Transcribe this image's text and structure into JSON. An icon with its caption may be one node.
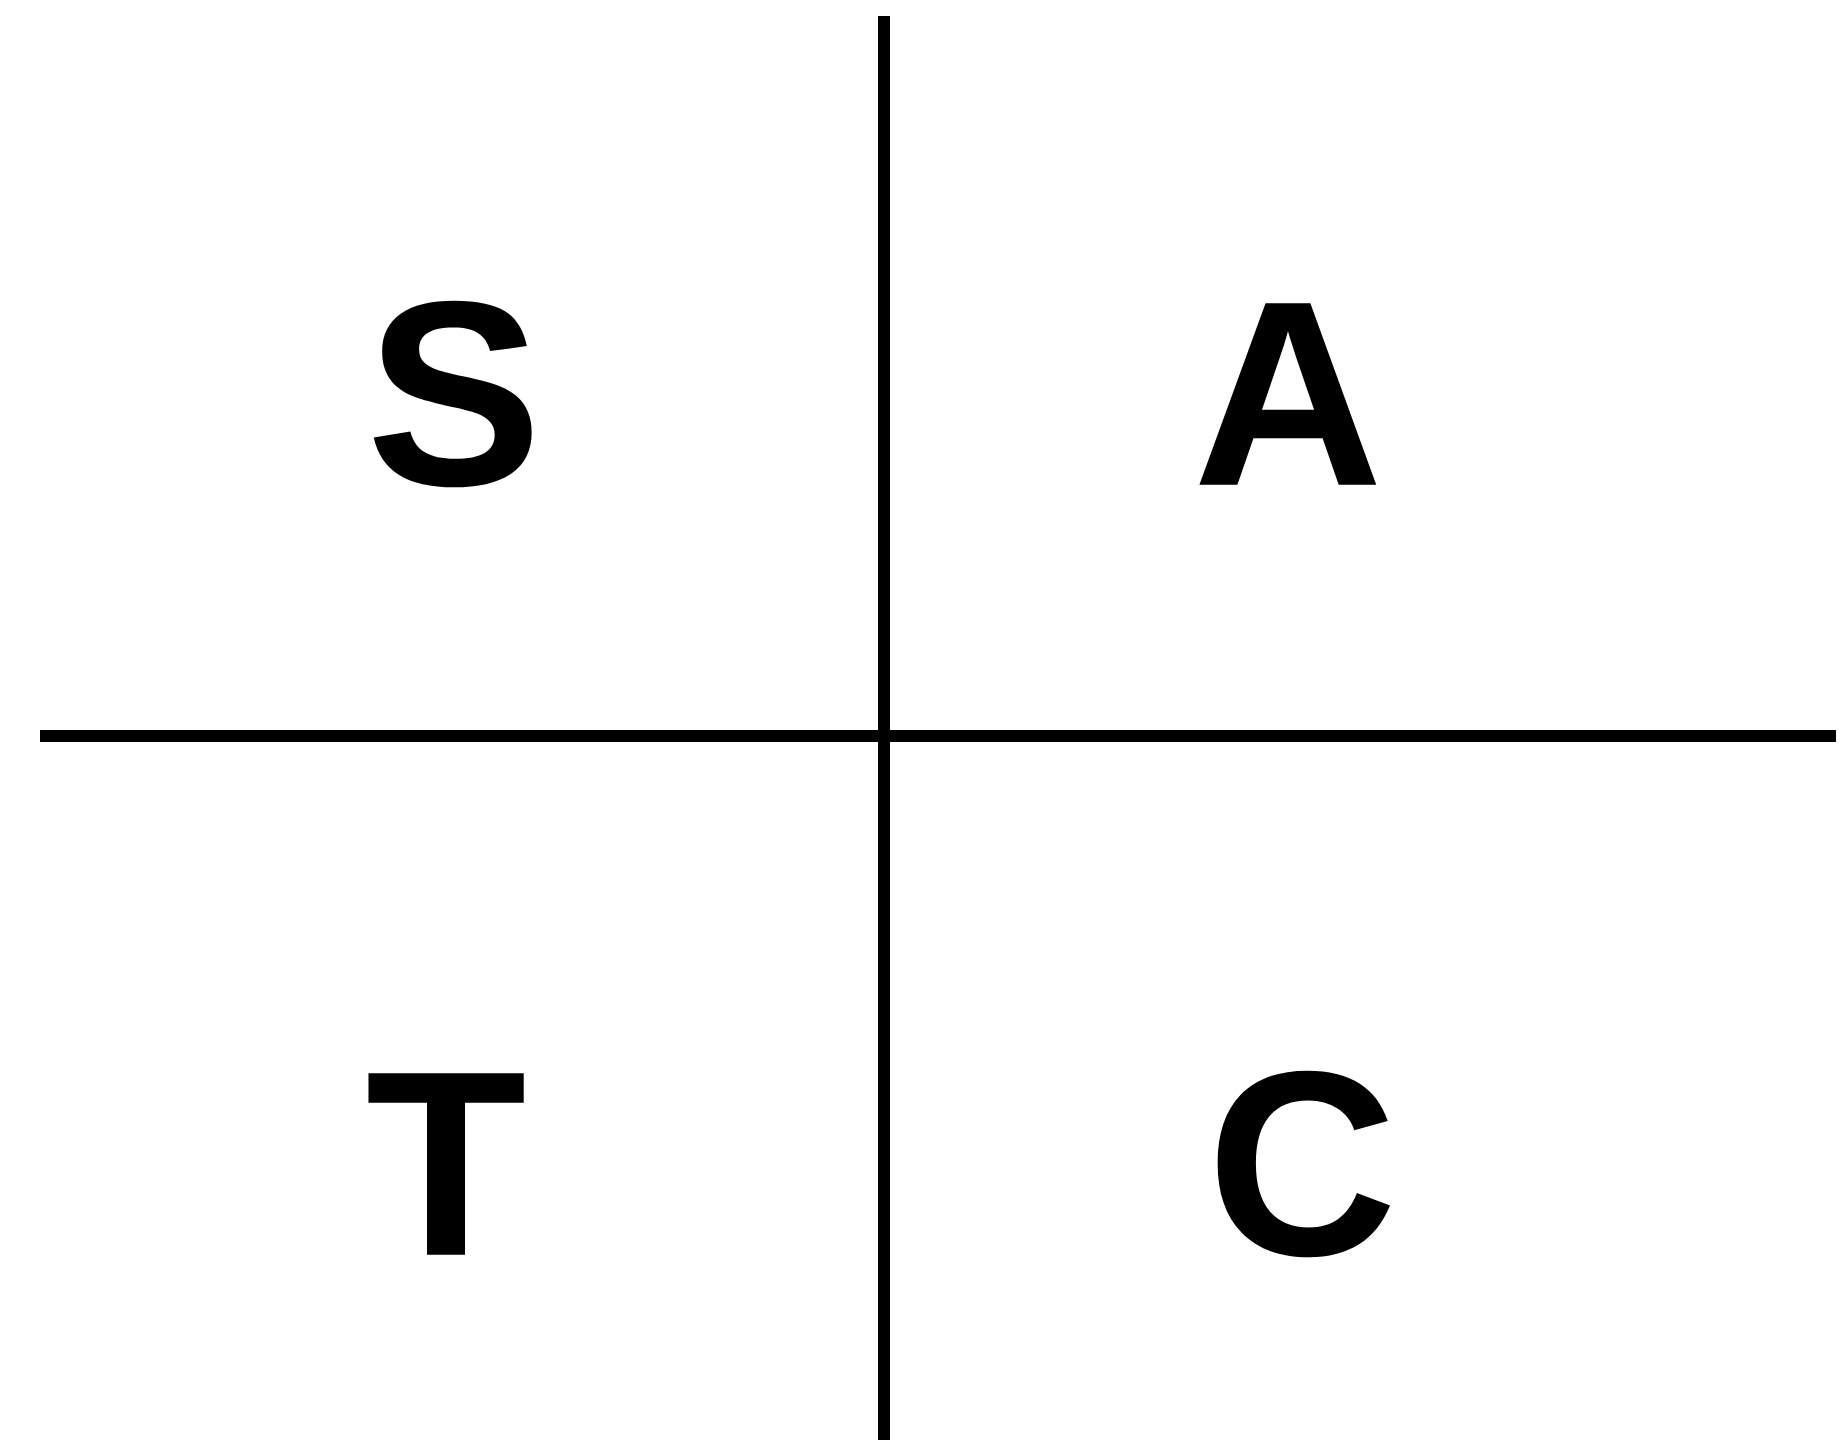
{
  "diagram": {
    "labels": [
      "S",
      "A",
      "T",
      "C"
    ]
  }
}
